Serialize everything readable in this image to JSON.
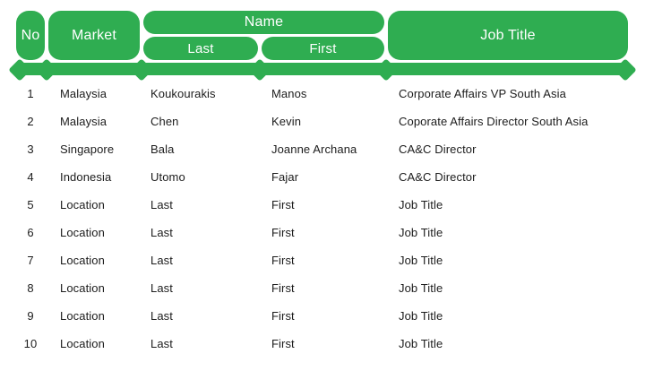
{
  "colors": {
    "green": "#2FAD51",
    "header_text": "#FFFFFF",
    "body_text": "#1C1C1C",
    "background": "#FFFFFF"
  },
  "table": {
    "headers": {
      "no": "No",
      "market": "Market",
      "name_group": "Name",
      "last": "Last",
      "first": "First",
      "job_title": "Job Title"
    },
    "rows": [
      {
        "no": "1",
        "market": "Malaysia",
        "last": "Koukourakis",
        "first": "Manos",
        "job_title": "Corporate Affairs VP South Asia"
      },
      {
        "no": "2",
        "market": "Malaysia",
        "last": "Chen",
        "first": "Kevin",
        "job_title": "Coporate Affairs Director South Asia"
      },
      {
        "no": "3",
        "market": "Singapore",
        "last": "Bala",
        "first": "Joanne Archana",
        "job_title": "CA&C Director"
      },
      {
        "no": "4",
        "market": "Indonesia",
        "last": "Utomo",
        "first": "Fajar",
        "job_title": "CA&C Director"
      },
      {
        "no": "5",
        "market": "Location",
        "last": "Last",
        "first": "First",
        "job_title": "Job Title"
      },
      {
        "no": "6",
        "market": "Location",
        "last": "Last",
        "first": "First",
        "job_title": "Job Title"
      },
      {
        "no": "7",
        "market": "Location",
        "last": "Last",
        "first": "First",
        "job_title": "Job Title"
      },
      {
        "no": "8",
        "market": "Location",
        "last": "Last",
        "first": "First",
        "job_title": "Job Title"
      },
      {
        "no": "9",
        "market": "Location",
        "last": "Last",
        "first": "First",
        "job_title": "Job Title"
      },
      {
        "no": "10",
        "market": "Location",
        "last": "Last",
        "first": "First",
        "job_title": "Job Title"
      }
    ]
  }
}
